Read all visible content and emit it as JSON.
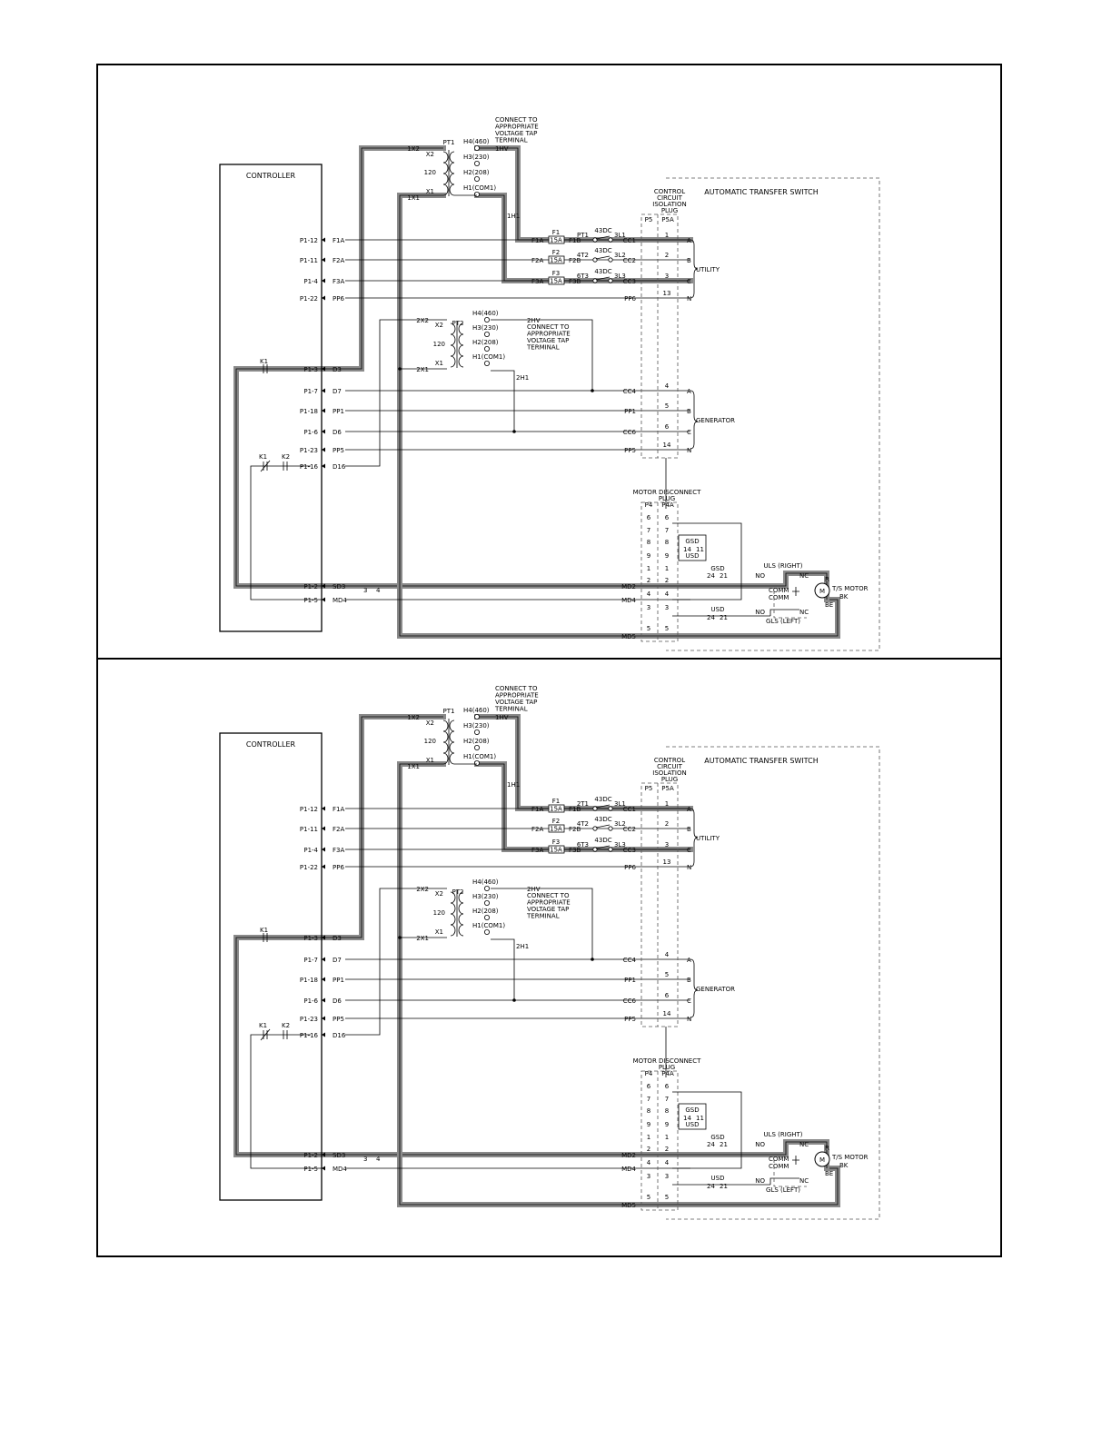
{
  "panels": [
    {
      "id": "top",
      "controller_label": "CONTROLLER",
      "ats_label": "AUTOMATIC TRANSFER SWITCH",
      "control_plug_label": [
        "CONTROL",
        "CIRCUIT",
        "ISOLATION",
        "PLUG"
      ],
      "motor_plug_label": "MOTOR DISCONNECT PLUG",
      "pt1": {
        "name": "PT1",
        "primary": [
          "H4(460)",
          "H3(230)",
          "H2(208)",
          "H1(COM1)"
        ],
        "secondary": [
          "X2",
          "120",
          "X1"
        ],
        "wires": [
          "1X2",
          "1X1",
          "1HV",
          "1H1"
        ],
        "note": [
          "CONNECT TO",
          "APPROPRIATE",
          "VOLTAGE TAP",
          "TERMINAL"
        ]
      },
      "pt2": {
        "name": "PT2",
        "primary": [
          "H4(460)",
          "H3(230)",
          "H2(208)",
          "H1(COM1)"
        ],
        "secondary": [
          "X2",
          "120",
          "X1"
        ],
        "wires": [
          "2X2",
          "2X1",
          "2HV",
          "2H1"
        ],
        "note": [
          "CONNECT TO",
          "APPROPRIATE",
          "VOLTAGE TAP",
          "TERMINAL"
        ]
      },
      "controller_pins": [
        "P1-12",
        "P1-11",
        "P1-4",
        "P1-22",
        "P1-3",
        "P1-7",
        "P1-18",
        "P1-6",
        "P1-23",
        "P1-16",
        "P1-2",
        "P1-5"
      ],
      "controller_wires": [
        "F1A",
        "F2A",
        "F3A",
        "PP6",
        "D3",
        "D7",
        "PP1",
        "D6",
        "PP5",
        "D16",
        "SD3",
        "MD4"
      ],
      "utility": {
        "label": "UTILITY",
        "rows": [
          {
            "left": "F1A",
            "fuse": "F1",
            "fuse_rating": "15A",
            "out": "F1B",
            "contact": "43DC",
            "cc": "PT1",
            "cc_end": "3L1",
            "term": "CC1",
            "pin": "1",
            "phase": "A"
          },
          {
            "left": "F2A",
            "fuse": "F2",
            "fuse_rating": "15A",
            "out": "F2B",
            "contact": "43DC",
            "cc": "4T2",
            "cc_end": "3L2",
            "term": "CC2",
            "pin": "2",
            "phase": "B"
          },
          {
            "left": "F3A",
            "fuse": "F3",
            "fuse_rating": "15A",
            "out": "F3B",
            "contact": "43DC",
            "cc": "6T3",
            "cc_end": "3L3",
            "term": "CC3",
            "pin": "3",
            "phase": "C"
          },
          {
            "term": "PP6",
            "pin": "13",
            "phase": "N"
          }
        ]
      },
      "generator": {
        "label": "GENERATOR",
        "rows": [
          {
            "term": "CC4",
            "pin": "4",
            "phase": "A"
          },
          {
            "term": "PP1",
            "pin": "5",
            "phase": "B"
          },
          {
            "term": "CC6",
            "pin": "6",
            "phase": "C"
          },
          {
            "term": "PP5",
            "pin": "14",
            "phase": "N"
          }
        ]
      },
      "plug_headers": [
        "P5",
        "P5A",
        "P4",
        "P4A"
      ],
      "motor_pins": [
        "6",
        "7",
        "8",
        "9",
        "1",
        "2",
        "4",
        "3",
        "5"
      ],
      "motor_wires": [
        "MD2",
        "MD4",
        "MD5"
      ],
      "relay_labels": [
        "K1",
        "K1",
        "K2",
        "GSD",
        "USD",
        "GSD",
        "USD",
        "14",
        "11",
        "24",
        "21"
      ],
      "limit_switches": {
        "uls": "ULS (RIGHT)",
        "gls": "GLS (LEFT)",
        "no": "NO",
        "nc": "NC",
        "comm": "COMM"
      },
      "motor_label": "T/S MOTOR",
      "motor_terms": [
        "R",
        "BK",
        "BE"
      ]
    },
    {
      "id": "bottom",
      "controller_label": "CONTROLLER",
      "ats_label": "AUTOMATIC TRANSFER SWITCH",
      "control_plug_label": [
        "CONTROL",
        "CIRCUIT",
        "ISOLATION",
        "PLUG"
      ],
      "motor_plug_label": "MOTOR DISCONNECT PLUG",
      "pt1": {
        "name": "PT1",
        "primary": [
          "H4(460)",
          "H3(230)",
          "H2(208)",
          "H1(COM1)"
        ],
        "secondary": [
          "X2",
          "120",
          "X1"
        ],
        "wires": [
          "1X2",
          "1X1",
          "1HV",
          "1H1"
        ],
        "note": [
          "CONNECT TO",
          "APPROPRIATE",
          "VOLTAGE TAP",
          "TERMINAL"
        ]
      },
      "pt2": {
        "name": "PT2",
        "primary": [
          "H4(460)",
          "H3(230)",
          "H2(208)",
          "H1(COM1)"
        ],
        "secondary": [
          "X2",
          "120",
          "X1"
        ],
        "wires": [
          "2X2",
          "2X1",
          "2HV",
          "2H1"
        ],
        "note": [
          "CONNECT TO",
          "APPROPRIATE",
          "VOLTAGE TAP",
          "TERMINAL"
        ]
      },
      "controller_pins": [
        "P1-12",
        "P1-11",
        "P1-4",
        "P1-22",
        "P1-3",
        "P1-7",
        "P1-18",
        "P1-6",
        "P1-23",
        "P1-16",
        "P1-2",
        "P1-5"
      ],
      "controller_wires": [
        "F1A",
        "F2A",
        "F3A",
        "PP6",
        "D3",
        "D7",
        "PP1",
        "D6",
        "PP5",
        "D16",
        "SD3",
        "MD4"
      ],
      "utility": {
        "label": "UTILITY",
        "rows": [
          {
            "left": "F1A",
            "fuse": "F1",
            "fuse_rating": "15A",
            "out": "F1B",
            "contact": "43DC",
            "cc": "2T1",
            "cc_end": "3L1",
            "term": "CC1",
            "pin": "1",
            "phase": "A"
          },
          {
            "left": "F2A",
            "fuse": "F2",
            "fuse_rating": "15A",
            "out": "F2B",
            "contact": "43DC",
            "cc": "4T2",
            "cc_end": "3L2",
            "term": "CC2",
            "pin": "2",
            "phase": "B"
          },
          {
            "left": "F3A",
            "fuse": "F3",
            "fuse_rating": "15A",
            "out": "F3B",
            "contact": "43DC",
            "cc": "6T3",
            "cc_end": "3L3",
            "term": "CC3",
            "pin": "3",
            "phase": "C"
          },
          {
            "term": "PP6",
            "pin": "13",
            "phase": "N"
          }
        ]
      },
      "generator": {
        "label": "GENERATOR",
        "rows": [
          {
            "term": "CC4",
            "pin": "4",
            "phase": "A"
          },
          {
            "term": "PP1",
            "pin": "5",
            "phase": "B"
          },
          {
            "term": "CC6",
            "pin": "6",
            "phase": "C"
          },
          {
            "term": "PP5",
            "pin": "14",
            "phase": "N"
          }
        ]
      },
      "plug_headers": [
        "P5",
        "P5A",
        "P4",
        "P4A"
      ],
      "motor_pins": [
        "6",
        "7",
        "8",
        "9",
        "1",
        "2",
        "4",
        "3",
        "5"
      ],
      "motor_wires": [
        "MD2",
        "MD4",
        "MD5"
      ],
      "relay_labels": [
        "K1",
        "K1",
        "K2",
        "GSD",
        "USD",
        "GSD",
        "USD",
        "14",
        "11",
        "24",
        "21"
      ],
      "limit_switches": {
        "uls": "ULS (RIGHT)",
        "gls": "GLS (LEFT)",
        "no": "NO",
        "nc": "NC",
        "comm": "COMM"
      },
      "motor_label": "T/S MOTOR",
      "motor_terms": [
        "R",
        "BK",
        "BE"
      ]
    }
  ]
}
